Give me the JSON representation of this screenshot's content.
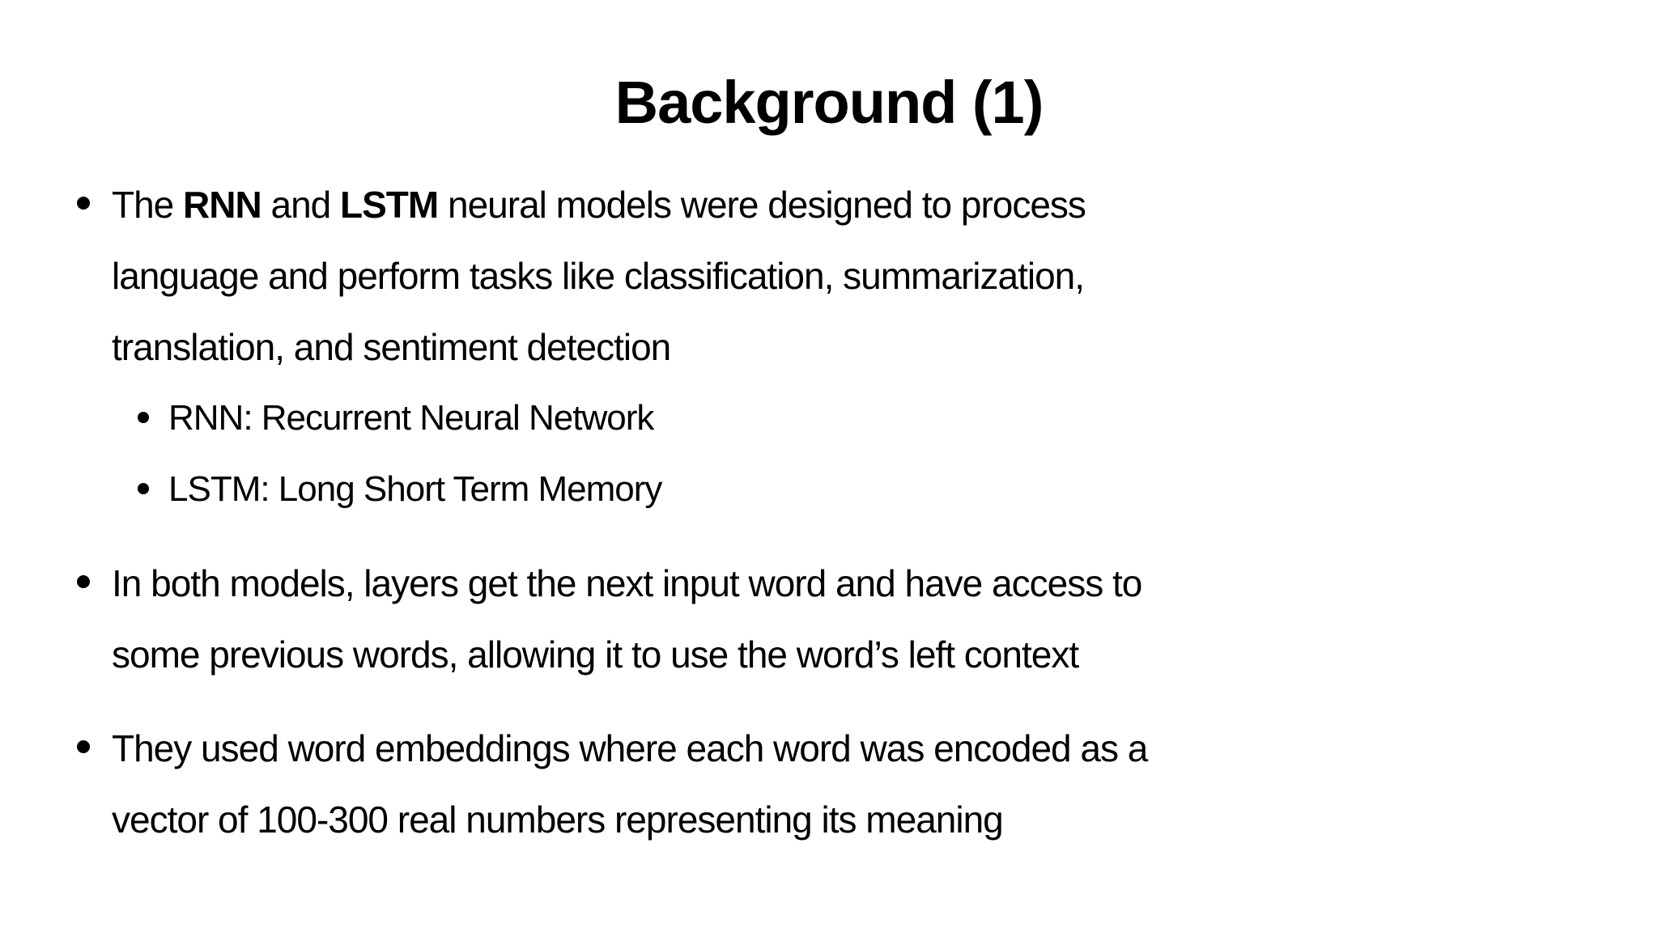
{
  "slide": {
    "title": "Background (1)",
    "bullets": [
      {
        "level": 1,
        "runs": [
          {
            "text": "The "
          },
          {
            "text": "RNN",
            "bold": true
          },
          {
            "text": " and "
          },
          {
            "text": "LSTM",
            "bold": true
          },
          {
            "text": " neural models were designed to process\nlanguage and perform tasks like classification, summarization,\ntranslation, and sentiment detection"
          }
        ]
      },
      {
        "level": 2,
        "runs": [
          {
            "text": "RNN: Recurrent Neural Network"
          }
        ]
      },
      {
        "level": 2,
        "runs": [
          {
            "text": "LSTM: Long Short Term Memory"
          }
        ]
      },
      {
        "level": 1,
        "runs": [
          {
            "text": "In both models, layers get the next input word and have access to\nsome previous words, allowing it to use the word’s left context"
          }
        ]
      },
      {
        "level": 1,
        "runs": [
          {
            "text": "They used word embeddings where each word was encoded as a\nvector of 100-300 real numbers representing its meaning"
          }
        ]
      }
    ]
  }
}
